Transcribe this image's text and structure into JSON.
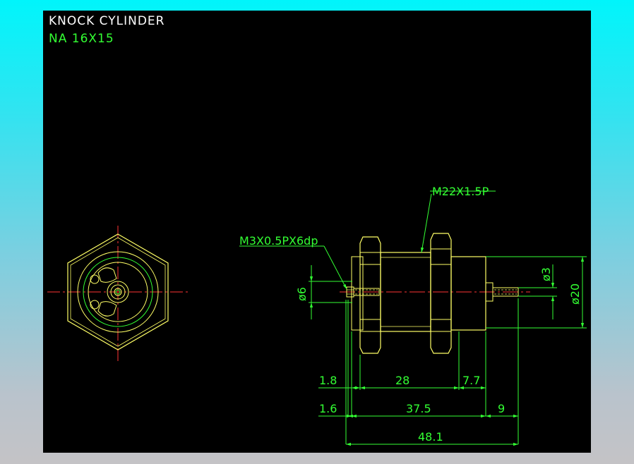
{
  "title": "KNOCK CYLINDER",
  "model": "NA 16X15",
  "callouts": {
    "thread_body": "M22X1.5P",
    "thread_rod": "M3X0.5PX6dp"
  },
  "dimensions": {
    "d6": "ø6",
    "d3": "ø3",
    "d20": "ø20",
    "l1_8": "1.8",
    "l28": "28",
    "l7_7": "7.7",
    "l1_6": "1.6",
    "l37_5": "37.5",
    "l9": "9",
    "l48_1": "48.1"
  },
  "colors": {
    "background": "#000000",
    "outline": "#ffff66",
    "dimension": "#33ff33",
    "center_line": "#ff3333",
    "title_text": "#ffffff"
  }
}
